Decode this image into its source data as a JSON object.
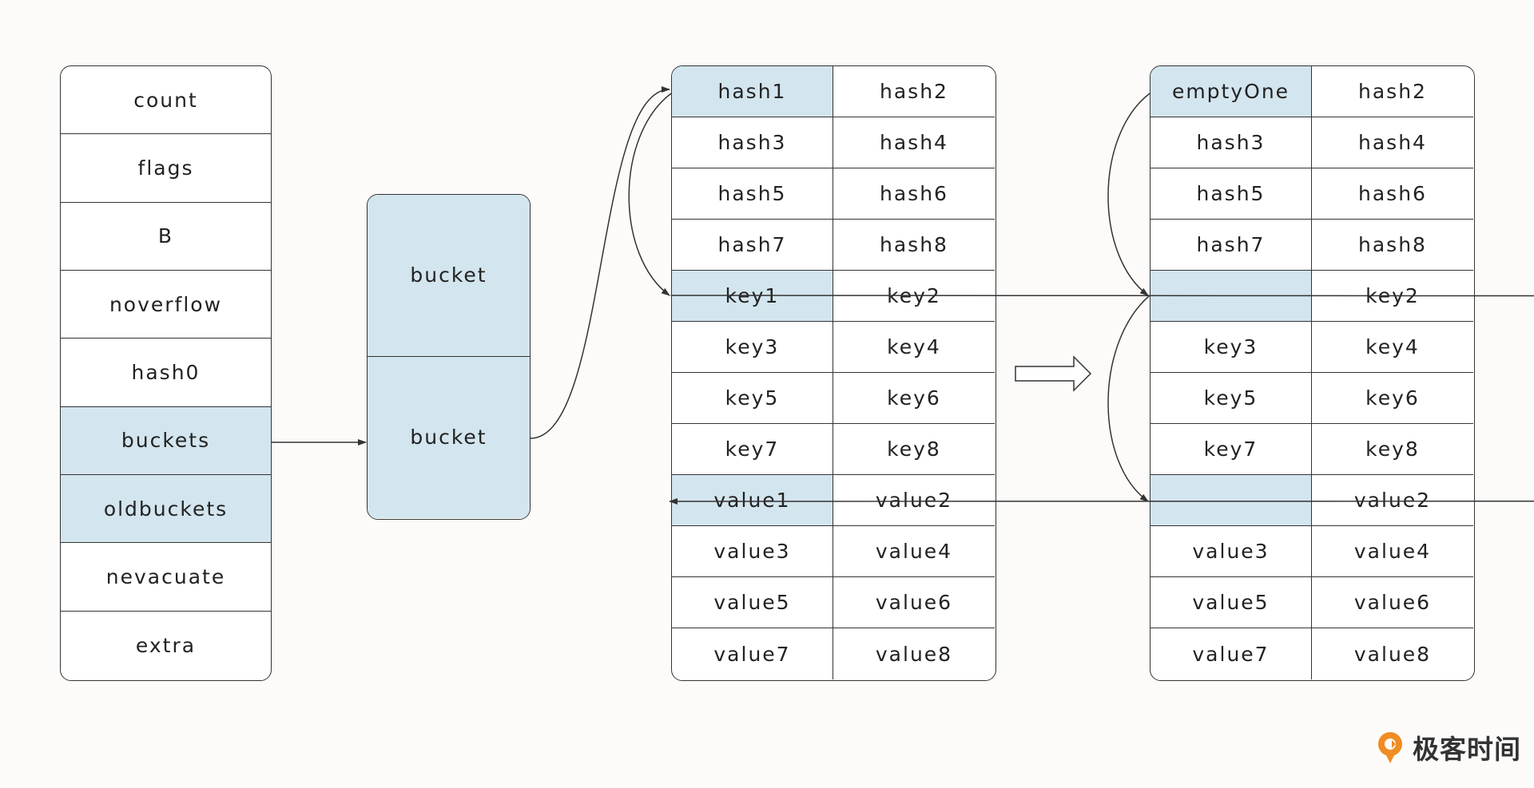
{
  "hmap": {
    "fields": [
      "count",
      "flags",
      "B",
      "noverflow",
      "hash0",
      "buckets",
      "oldbuckets",
      "nevacuate",
      "extra"
    ],
    "highlight": [
      5,
      6
    ]
  },
  "bucket_array": {
    "items": [
      "bucket",
      "bucket"
    ]
  },
  "bucket_before": {
    "rows": [
      [
        "hash1",
        "hash2"
      ],
      [
        "hash3",
        "hash4"
      ],
      [
        "hash5",
        "hash6"
      ],
      [
        "hash7",
        "hash8"
      ],
      [
        "key1",
        "key2"
      ],
      [
        "key3",
        "key4"
      ],
      [
        "key5",
        "key6"
      ],
      [
        "key7",
        "key8"
      ],
      [
        "value1",
        "value2"
      ],
      [
        "value3",
        "value4"
      ],
      [
        "value5",
        "value6"
      ],
      [
        "value7",
        "value8"
      ]
    ],
    "highlight": [
      [
        0,
        0
      ],
      [
        4,
        0
      ],
      [
        8,
        0
      ]
    ]
  },
  "bucket_after": {
    "rows": [
      [
        "emptyOne",
        "hash2"
      ],
      [
        "hash3",
        "hash4"
      ],
      [
        "hash5",
        "hash6"
      ],
      [
        "hash7",
        "hash8"
      ],
      [
        "",
        "key2"
      ],
      [
        "key3",
        "key4"
      ],
      [
        "key5",
        "key6"
      ],
      [
        "key7",
        "key8"
      ],
      [
        "",
        "value2"
      ],
      [
        "value3",
        "value4"
      ],
      [
        "value5",
        "value6"
      ],
      [
        "value7",
        "value8"
      ]
    ],
    "highlight": [
      [
        0,
        0
      ],
      [
        4,
        0
      ],
      [
        8,
        0
      ]
    ]
  },
  "colors": {
    "highlight": "#d3e5ee",
    "border": "#333333",
    "background": "#fcfbf9",
    "logo_orange": "#f08c24"
  },
  "watermark": {
    "text": "极客时间",
    "icon": "geektime-logo-icon"
  }
}
